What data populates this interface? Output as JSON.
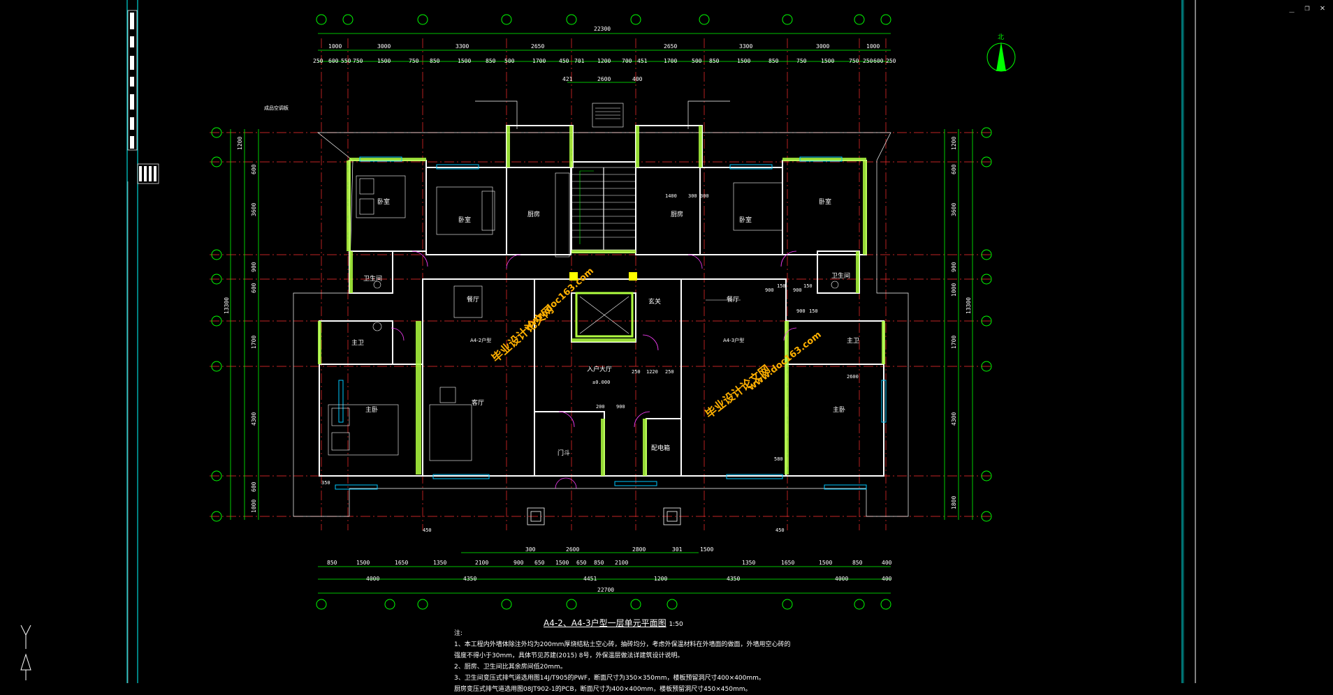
{
  "window_controls": {
    "minimize": "_",
    "restore": "❐",
    "close": "✕"
  },
  "drawing": {
    "title": "A4-2、A4-3户型一层单元平面图",
    "scale": "1:50",
    "north": "北",
    "watermarks": [
      "毕业设计论文网",
      "www.doc163.com"
    ],
    "overall_dim_top": "22300",
    "overall_dim_bottom": "22700",
    "overall_dim_left": "13300",
    "overall_dim_right": "13300",
    "top_dims_row1": [
      "1000",
      "3000",
      "3300",
      "2650",
      "2650",
      "3300",
      "3000",
      "1000"
    ],
    "top_dims_row2": [
      "250",
      "600",
      "550",
      "750",
      "1500",
      "750",
      "850",
      "1500",
      "850",
      "500",
      "1700",
      "450",
      "701",
      "1200",
      "700",
      "451",
      "1700",
      "500",
      "850",
      "1500",
      "850",
      "750",
      "1500",
      "750",
      "250",
      "600",
      "250"
    ],
    "top_dims_stair": [
      "421",
      "2600",
      "400"
    ],
    "bottom_dims_row1": [
      "850",
      "1500",
      "1650",
      "1350",
      "2100",
      "900",
      "650",
      "1500",
      "650",
      "850",
      "2100",
      "1350",
      "1650",
      "1500",
      "850",
      "400"
    ],
    "bottom_dims_row2": [
      "4000",
      "4350",
      "4451",
      "1200",
      "4350",
      "4000",
      "400"
    ],
    "bottom_dims_row3": [
      "300",
      "2600",
      "2800",
      "301",
      "1500"
    ],
    "left_dims": [
      "1200",
      "600",
      "3600",
      "900",
      "600",
      "1700",
      "4300",
      "600",
      "1000"
    ],
    "right_dims": [
      "1200",
      "600",
      "3600",
      "900",
      "1000",
      "1700",
      "4300",
      "1800"
    ],
    "rooms": {
      "bedroom1": "卧室",
      "bedroom2": "卧室",
      "bedroom3": "卧室",
      "bedroom4": "卧室",
      "kitchen1": "厨房",
      "kitchen2": "厨房",
      "bath1": "卫生间",
      "bath2": "卫生间",
      "dining1": "餐厅",
      "dining2": "餐厅",
      "master_bath1": "主卫",
      "master_bath2": "主卫",
      "living": "客厅",
      "master1": "主卧",
      "master2": "主卧",
      "foyer": "玄关",
      "lobby": "入户大厅",
      "vestibule": "门斗",
      "electric": "配电箱",
      "unit_a": "A4-2户型",
      "unit_b": "A4-3户型"
    },
    "annotations": {
      "ac_unit": "成品空调板",
      "lobby_elev": "±0.000",
      "dim_a": "1400",
      "dim_b": "300",
      "dim_c": "300",
      "dim_d": "900",
      "dim_e": "150",
      "dim_f": "900",
      "dim_g": "150",
      "dim_h": "900",
      "dim_i": "150",
      "dim_j": "250",
      "dim_k": "1220",
      "dim_l": "250",
      "dim_m": "200",
      "dim_n": "900",
      "dim_o": "2600",
      "dim_p": "580",
      "dim_q": "350",
      "dim_r": "450",
      "dim_s": "450"
    }
  },
  "notes": {
    "heading": "注:",
    "lines": [
      "1、本工程内外墙体除注外均为200mm厚烧结粘土空心砖，抽砖均分，考虑外保温材料在外墙面的做面，外墙用空心砖的",
      "   强度不得小于30mm，具体节见苏建(2015) 8号，外保温层做法详建筑设计说明。",
      "2、厨房、卫生间比其余房间低20mm。",
      "3、卫生间变压式排气道选用图14J/T905的PWF，断面尺寸为350×350mm，楼板预留洞尺寸400×400mm。",
      "   厨房变压式排气道选用图08JT902-1的PCB，断面尺寸为400×400mm，楼板预留洞尺寸450×450mm。"
    ]
  },
  "colors": {
    "background": "#000000",
    "wall": "#ffffff",
    "dimension": "#00ff00",
    "axis": "#ff0000",
    "wall_hatch": "#b0ff40",
    "window": "#00c8ff",
    "door": "#ff00ff",
    "watermark": "#ffb000",
    "stair_lobby": "#ffff00"
  }
}
